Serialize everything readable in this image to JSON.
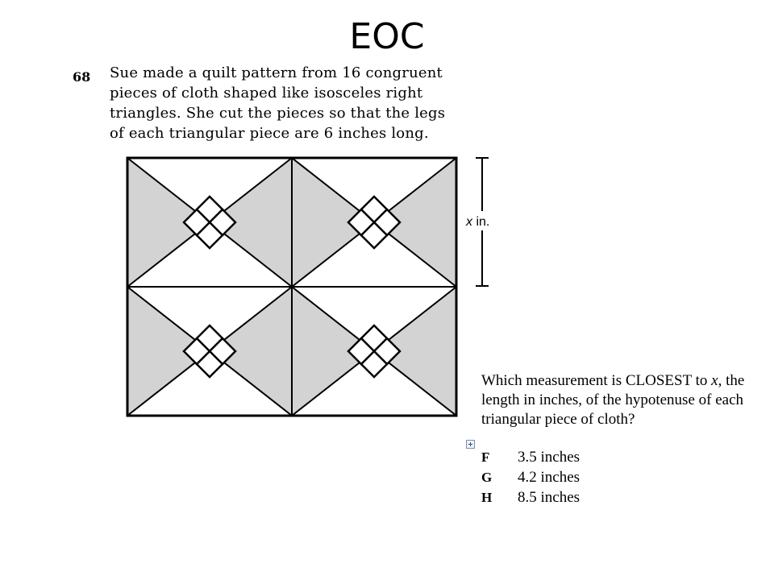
{
  "slide": {
    "title": "EOC"
  },
  "question": {
    "number": "68",
    "stem_lines": [
      "Sue made a quilt pattern from 16 congruent",
      "pieces of cloth shaped like isosceles right",
      "triangles. She cut the pieces so that the legs",
      "of each triangular piece are 6 inches long."
    ],
    "figure": {
      "dimension_label": {
        "var": "x",
        "unit": " in."
      },
      "colors": {
        "shade": "#d3d3d3",
        "line": "#000000",
        "background": "#ffffff"
      }
    },
    "ask_lines": [
      [
        "Which measurement is CLOSEST to ",
        "x",
        ", the"
      ],
      [
        "length in inches, of the hypotenuse of each",
        "",
        ""
      ],
      [
        "triangular piece of cloth?",
        "",
        ""
      ]
    ],
    "expand_icon": "plus-box-icon",
    "choices": [
      {
        "letter": "F",
        "text": "3.5 inches"
      },
      {
        "letter": "G",
        "text": "4.2 inches"
      },
      {
        "letter": "H",
        "text": "8.5 inches"
      }
    ]
  }
}
